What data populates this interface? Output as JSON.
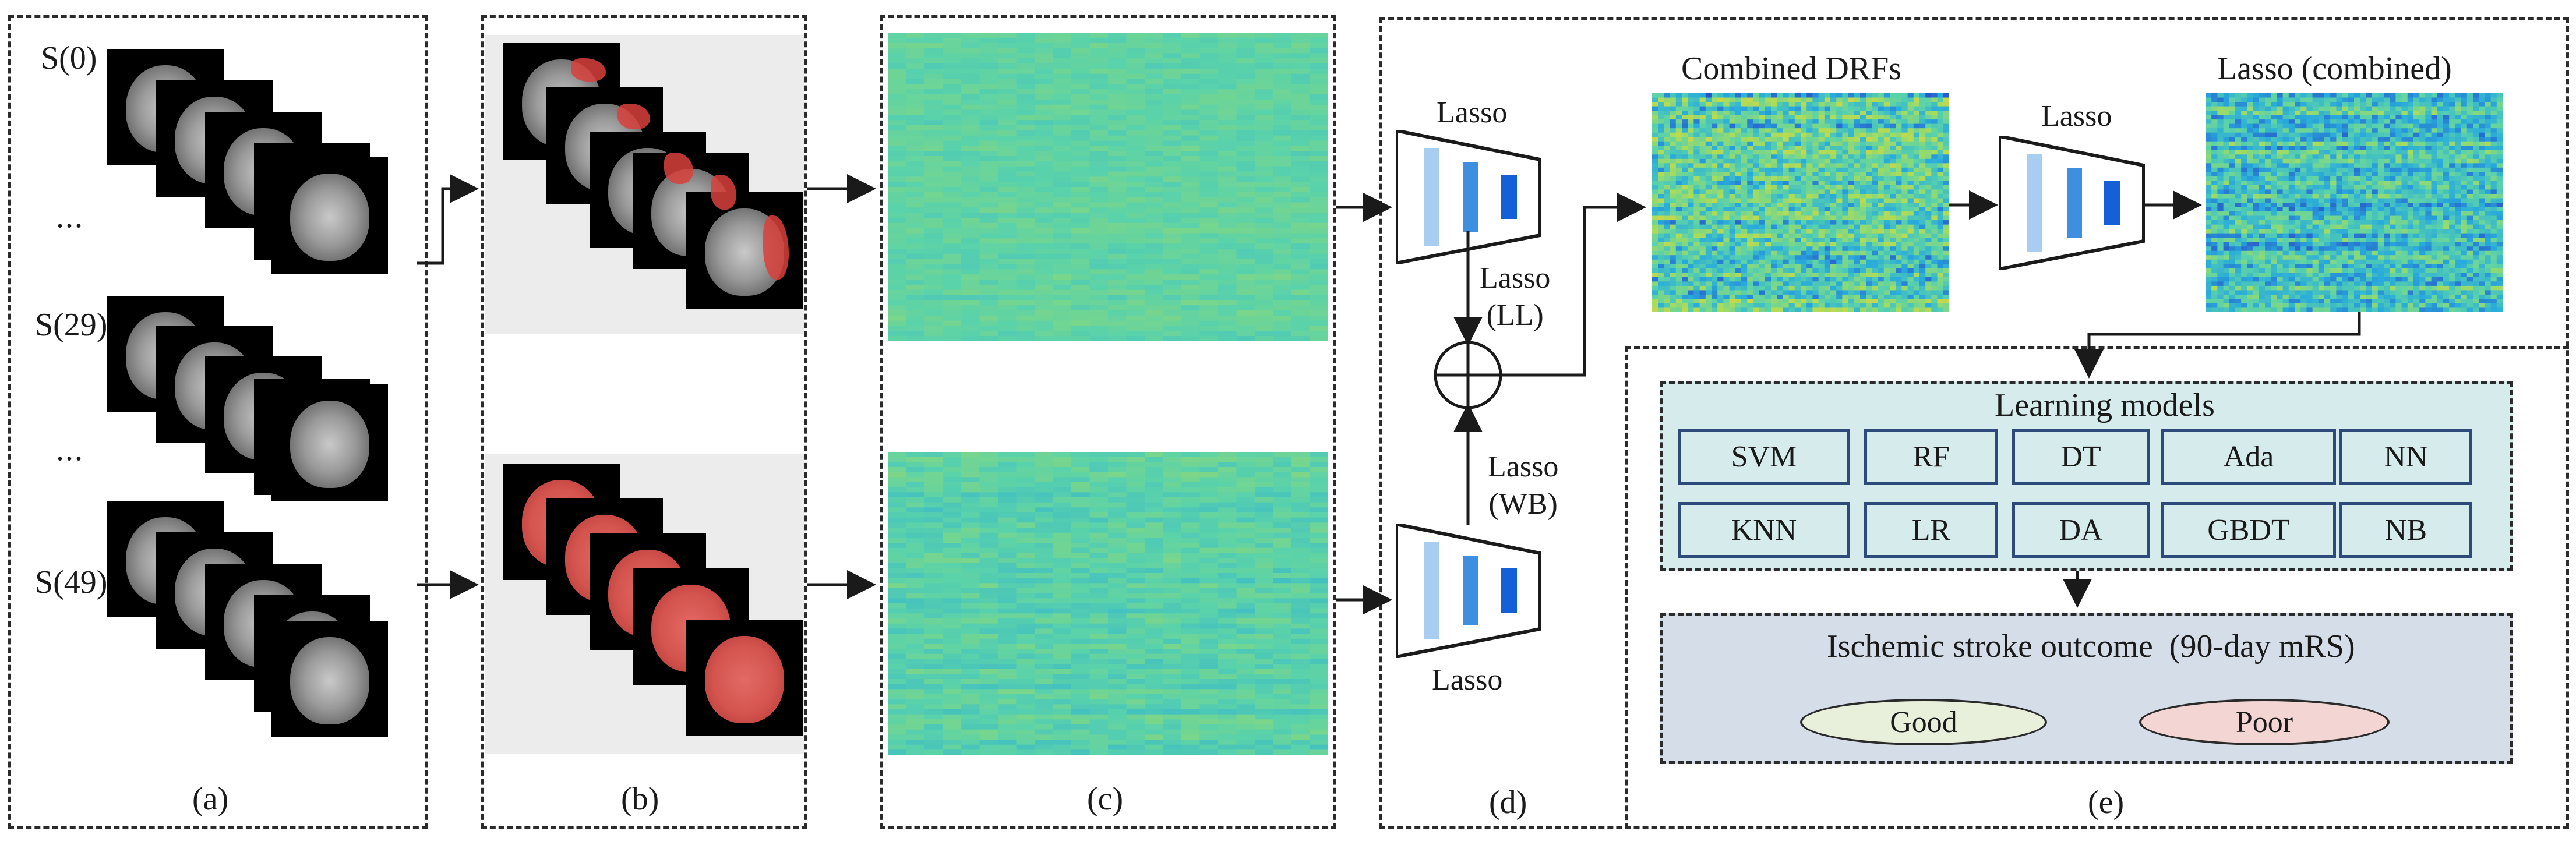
{
  "panels": {
    "a": {
      "label": "(a)",
      "series": [
        "S(0)",
        "...",
        "S(29)",
        "...",
        "S(49)"
      ]
    },
    "b": {
      "label": "(b)"
    },
    "c": {
      "label": "(c)"
    },
    "d": {
      "label": "(d)",
      "lasso_top": "Lasso",
      "lasso_bottom": "Lasso",
      "lasso_ll": "Lasso\n(LL)",
      "lasso_wb": "Lasso\n(WB)"
    },
    "e": {
      "label": "(e)"
    }
  },
  "top_right": {
    "combined_title": "Combined DRFs",
    "lasso_mid": "Lasso",
    "lasso_combined_title": "Lasso (combined)"
  },
  "learning": {
    "title": "Learning models",
    "row1": [
      "SVM",
      "RF",
      "DT",
      "Ada",
      "NN"
    ],
    "row2": [
      "KNN",
      "LR",
      "DA",
      "GBDT",
      "NB"
    ]
  },
  "outcome": {
    "title": "Ischemic stroke outcome  (90-day mRS)",
    "good": "Good",
    "poor": "Poor"
  },
  "colors": {
    "learning_bg": "#d6ecec",
    "outcome_bg": "#d5dde8",
    "good_fill": "#e8f0dc",
    "poor_fill": "#f3d6d4",
    "model_border": "#2d4a7a",
    "funnel_light": "#a9cdf0",
    "funnel_mid": "#3f8fe0",
    "funnel_dark": "#1560d8"
  }
}
